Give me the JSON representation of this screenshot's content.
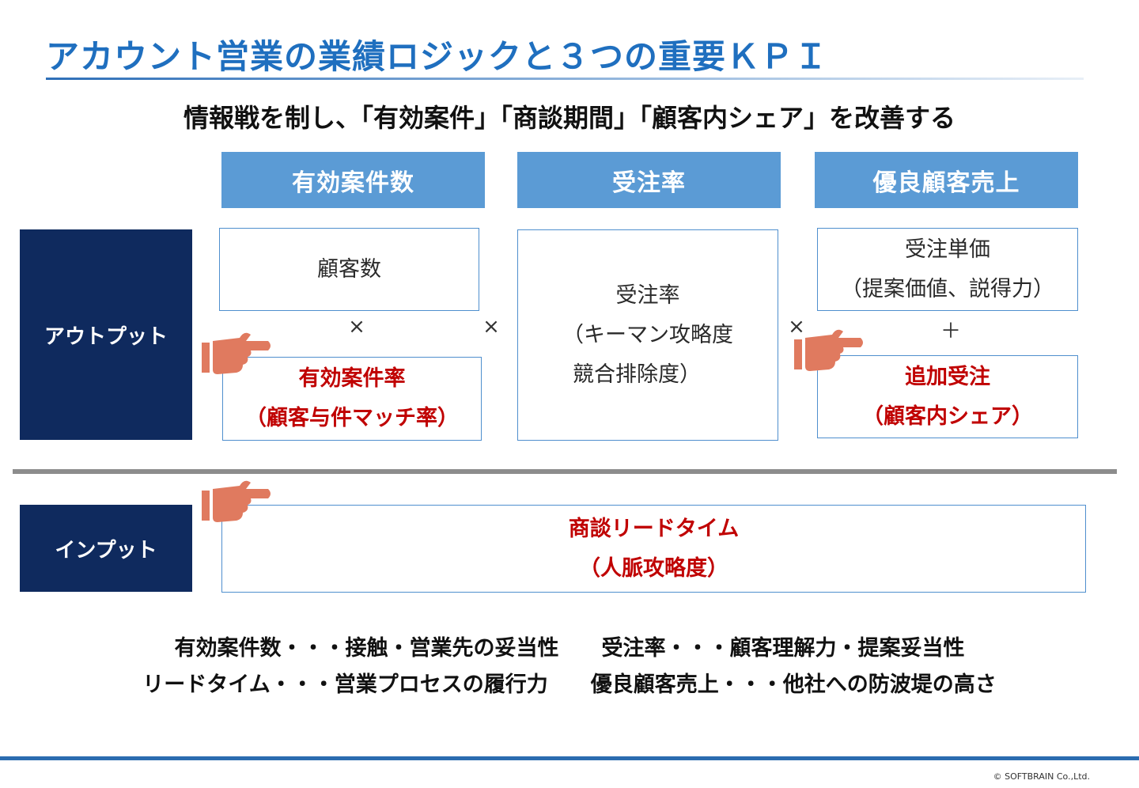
{
  "title": "アカウント営業の業績ロジックと３つの重要ＫＰＩ",
  "subtitle": "情報戦を制し、「有効案件」「商談期間」「顧客内シェア」を改善する",
  "columns": [
    "有効案件数",
    "受注率",
    "優良顧客売上"
  ],
  "sections": {
    "output_label": "アウトプット",
    "input_label": "インプット"
  },
  "boxes": {
    "customers": "顧客数",
    "valid_rate_line1": "有効案件率",
    "valid_rate_line2": "（顧客与件マッチ率）",
    "win_rate_line1": "受注率",
    "win_rate_line2": "（キーマン攻略度",
    "win_rate_line3": "競合排除度）",
    "unit_price_line1": "受注単価",
    "unit_price_line2": "（提案価値、説得力）",
    "additional_line1": "追加受注",
    "additional_line2": "（顧客内シェア）",
    "lead_time_line1": "商談リードタイム",
    "lead_time_line2": "（人脈攻略度）"
  },
  "operators": {
    "multiply": "×",
    "plus": "＋"
  },
  "notes": {
    "line1": "有効案件数・・・接触・営業先の妥当性　　受注率・・・顧客理解力・提案妥当性",
    "line2": "リードタイム・・・営業プロセスの履行力　　優良顧客売上・・・他社への防波堤の高さ"
  },
  "copyright": "© SOFTBRAIN Co.,Ltd.",
  "colors": {
    "title": "#1f6fbf",
    "header_fill": "#5b9bd5",
    "side_label_fill": "#0f2a5e",
    "highlight_text": "#c00000",
    "pointer": "#e07a5f"
  },
  "icons": [
    "pointing-hand-icon"
  ]
}
